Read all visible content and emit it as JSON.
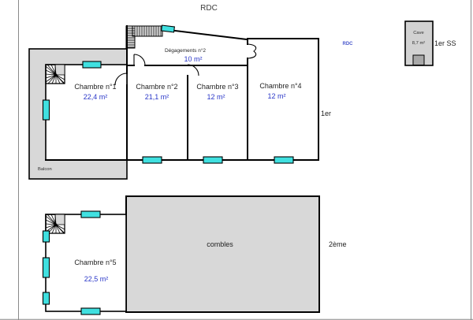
{
  "title": "RDC",
  "colors": {
    "window_accent": "#40e0e0",
    "area_text_blue": "#2936c8",
    "plan_gray": "#d8d8d8",
    "wall_black": "#000000"
  },
  "upper_floor": {
    "floor_label": "1er",
    "level_tag": "RDC",
    "corridor": {
      "name": "Dégagements n°2",
      "area": "10 m²"
    },
    "rooms": [
      {
        "name": "Chambre n°1",
        "area": "22,4 m²"
      },
      {
        "name": "Chambre n°2",
        "area": "21,1 m²"
      },
      {
        "name": "Chambre n°3",
        "area": "12 m²"
      },
      {
        "name": "Chambre n°4",
        "area": "12 m²"
      }
    ],
    "balcony": "Balcon"
  },
  "attic_floor": {
    "floor_label": "2ème",
    "room": {
      "name": "Chambre n°5",
      "area": "22,5 m²"
    },
    "attic": "combles"
  },
  "basement": {
    "floor_label": "1er SS",
    "room": {
      "name": "Cave",
      "area": "8,7 m²"
    }
  }
}
